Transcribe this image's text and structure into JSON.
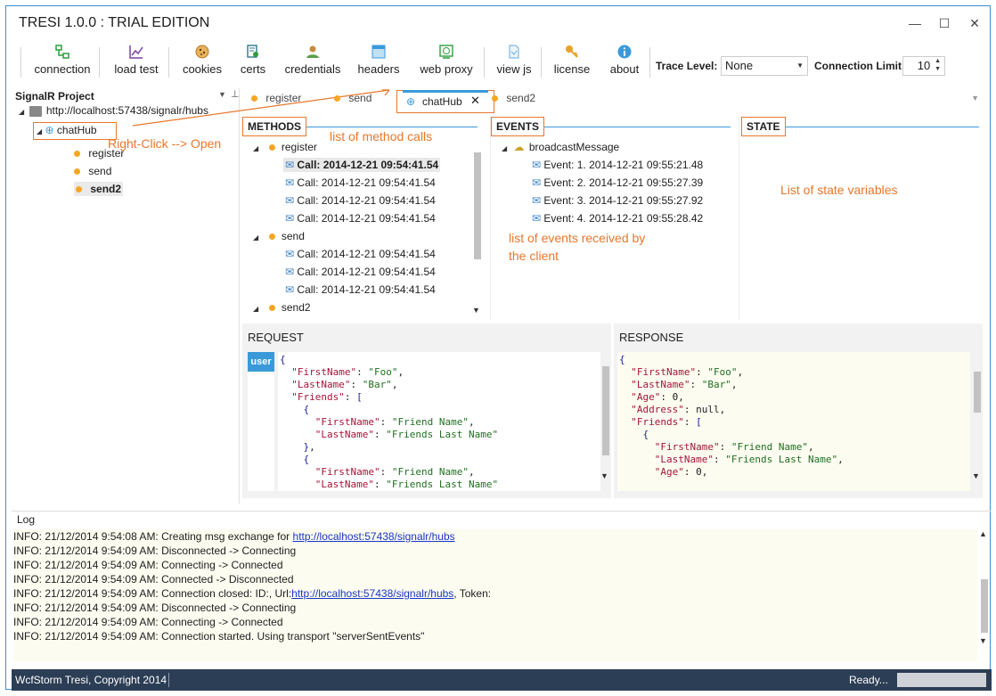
{
  "window": {
    "title": "TRESI 1.0.0 : TRIAL EDITION",
    "minimize": "—",
    "maximize": "☐",
    "close": "✕"
  },
  "toolbar": {
    "buttons": [
      {
        "label": "connection",
        "icon": "connection-icon"
      },
      {
        "label": "load test",
        "icon": "chart-icon"
      },
      {
        "label": "cookies",
        "icon": "cookie-icon"
      },
      {
        "label": "certs",
        "icon": "certificate-icon"
      },
      {
        "label": "credentials",
        "icon": "user-icon"
      },
      {
        "label": "headers",
        "icon": "headers-icon"
      },
      {
        "label": "web proxy",
        "icon": "globe-icon"
      },
      {
        "label": "view js",
        "icon": "document-icon"
      },
      {
        "label": "license",
        "icon": "key-icon"
      },
      {
        "label": "about",
        "icon": "info-icon"
      }
    ],
    "trace_label": "Trace Level:",
    "trace_value": "None",
    "conn_label": "Connection Limit",
    "conn_value": "10"
  },
  "project": {
    "title": "SignalR Project",
    "url": "http://localhost:57438/signalr/hubs",
    "hub": "chatHub",
    "methods": [
      "register",
      "send",
      "send2"
    ],
    "callout": "Right-Click --> Open"
  },
  "tabs": {
    "t1": "register",
    "t2": "send",
    "active": "chatHub",
    "t4": "send2",
    "close": "✕"
  },
  "methods": {
    "header": "METHODS",
    "callout": "list of method calls",
    "groups": [
      {
        "name": "register",
        "calls": [
          "Call: 2014-12-21 09:54:41.54",
          "Call: 2014-12-21 09:54:41.54",
          "Call: 2014-12-21 09:54:41.54",
          "Call: 2014-12-21 09:54:41.54"
        ]
      },
      {
        "name": "send",
        "calls": [
          "Call: 2014-12-21 09:54:41.54",
          "Call: 2014-12-21 09:54:41.54",
          "Call: 2014-12-21 09:54:41.54"
        ]
      },
      {
        "name": "send2",
        "calls": []
      }
    ]
  },
  "events": {
    "header": "EVENTS",
    "group": "broadcastMessage",
    "items": [
      "Event: 1. 2014-12-21 09:55:21.48",
      "Event: 2. 2014-12-21 09:55:27.39",
      "Event: 3. 2014-12-21 09:55:27.92",
      "Event: 4. 2014-12-21 09:55:28.42"
    ],
    "callout_1": "list of events received by",
    "callout_2": "the client"
  },
  "state": {
    "header": "STATE",
    "callout": "List of state variables"
  },
  "request": {
    "header": "REQUEST",
    "tag": "user"
  },
  "response": {
    "header": "RESPONSE"
  },
  "log": {
    "title": "Log",
    "lines": [
      {
        "text": "INFO: 21/12/2014 9:54:08 AM: Creating msg exchange for ",
        "link": "http://localhost:57438/signalr/hubs",
        "tail": ""
      },
      {
        "text": "INFO: 21/12/2014 9:54:09 AM: Disconnected -> Connecting",
        "link": "",
        "tail": ""
      },
      {
        "text": "INFO: 21/12/2014 9:54:09 AM: Connecting -> Connected",
        "link": "",
        "tail": ""
      },
      {
        "text": "INFO: 21/12/2014 9:54:09 AM: Connected -> Disconnected",
        "link": "",
        "tail": ""
      },
      {
        "text": "INFO: 21/12/2014 9:54:09 AM: Connection closed: ID:, Url:",
        "link": "http://localhost:57438/signalr/hubs",
        "tail": ", Token:"
      },
      {
        "text": "INFO: 21/12/2014 9:54:09 AM: Disconnected -> Connecting",
        "link": "",
        "tail": ""
      },
      {
        "text": "INFO: 21/12/2014 9:54:09 AM: Connecting -> Connected",
        "link": "",
        "tail": ""
      },
      {
        "text": "INFO: 21/12/2014 9:54:09 AM: Connection started. Using transport \"serverSentEvents\"",
        "link": "",
        "tail": ""
      }
    ]
  },
  "status": {
    "copyright": "WcfStorm Tresi, Copyright 2014",
    "ready": "Ready..."
  },
  "colors": {
    "accent": "#3a9ad9",
    "callout": "#e8772b",
    "statusbar": "#2c3e55",
    "dot": "#f5a623"
  }
}
